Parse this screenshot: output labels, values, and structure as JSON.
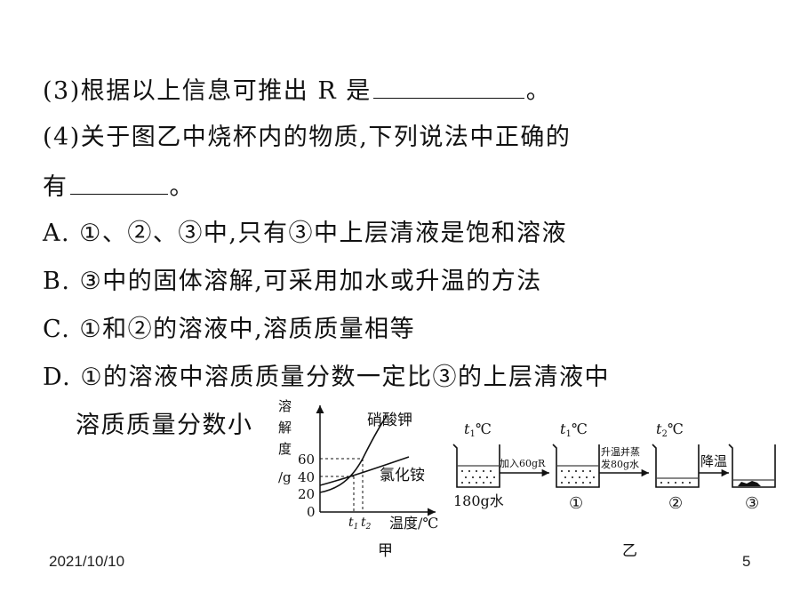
{
  "questions": {
    "q3_text": "(3)根据以上信息可推出 R 是",
    "q3_end": "。",
    "q4_line1": "(4)关于图乙中烧杯内的物质,下列说法中正确的",
    "q4_line2": "有",
    "q4_end": "。",
    "option_a": "A. ①、②、③中,只有③中上层清液是饱和溶液",
    "option_b": "B. ③中的固体溶解,可采用加水或升温的方法",
    "option_c": "C. ①和②的溶液中,溶质质量相等",
    "option_d_line1": "D. ①的溶液中溶质质量分数一定比③的上层清液中",
    "option_d_line2": "溶质质量分数小"
  },
  "graph_jia": {
    "ylabel_chars": [
      "溶",
      "解",
      "度",
      "/g"
    ],
    "y_ticks": [
      "60",
      "40",
      "20",
      "0"
    ],
    "x_ticks": [
      "t1",
      "t2"
    ],
    "xlabel": "温度/℃",
    "curve_labels": [
      "硝酸钾",
      "氯化铵"
    ],
    "caption": "甲"
  },
  "diagram_yi": {
    "temps": [
      "t1℃",
      "t1℃",
      "t2℃"
    ],
    "start_label": "180g水",
    "arrow1": "加入60gR",
    "arrow2_line1": "升温并蒸",
    "arrow2_line2": "发80g水",
    "arrow3": "降温",
    "beaker_labels": [
      "①",
      "②",
      "③"
    ],
    "caption": "乙"
  },
  "footer": {
    "date": "2021/10/10",
    "page": "5"
  }
}
